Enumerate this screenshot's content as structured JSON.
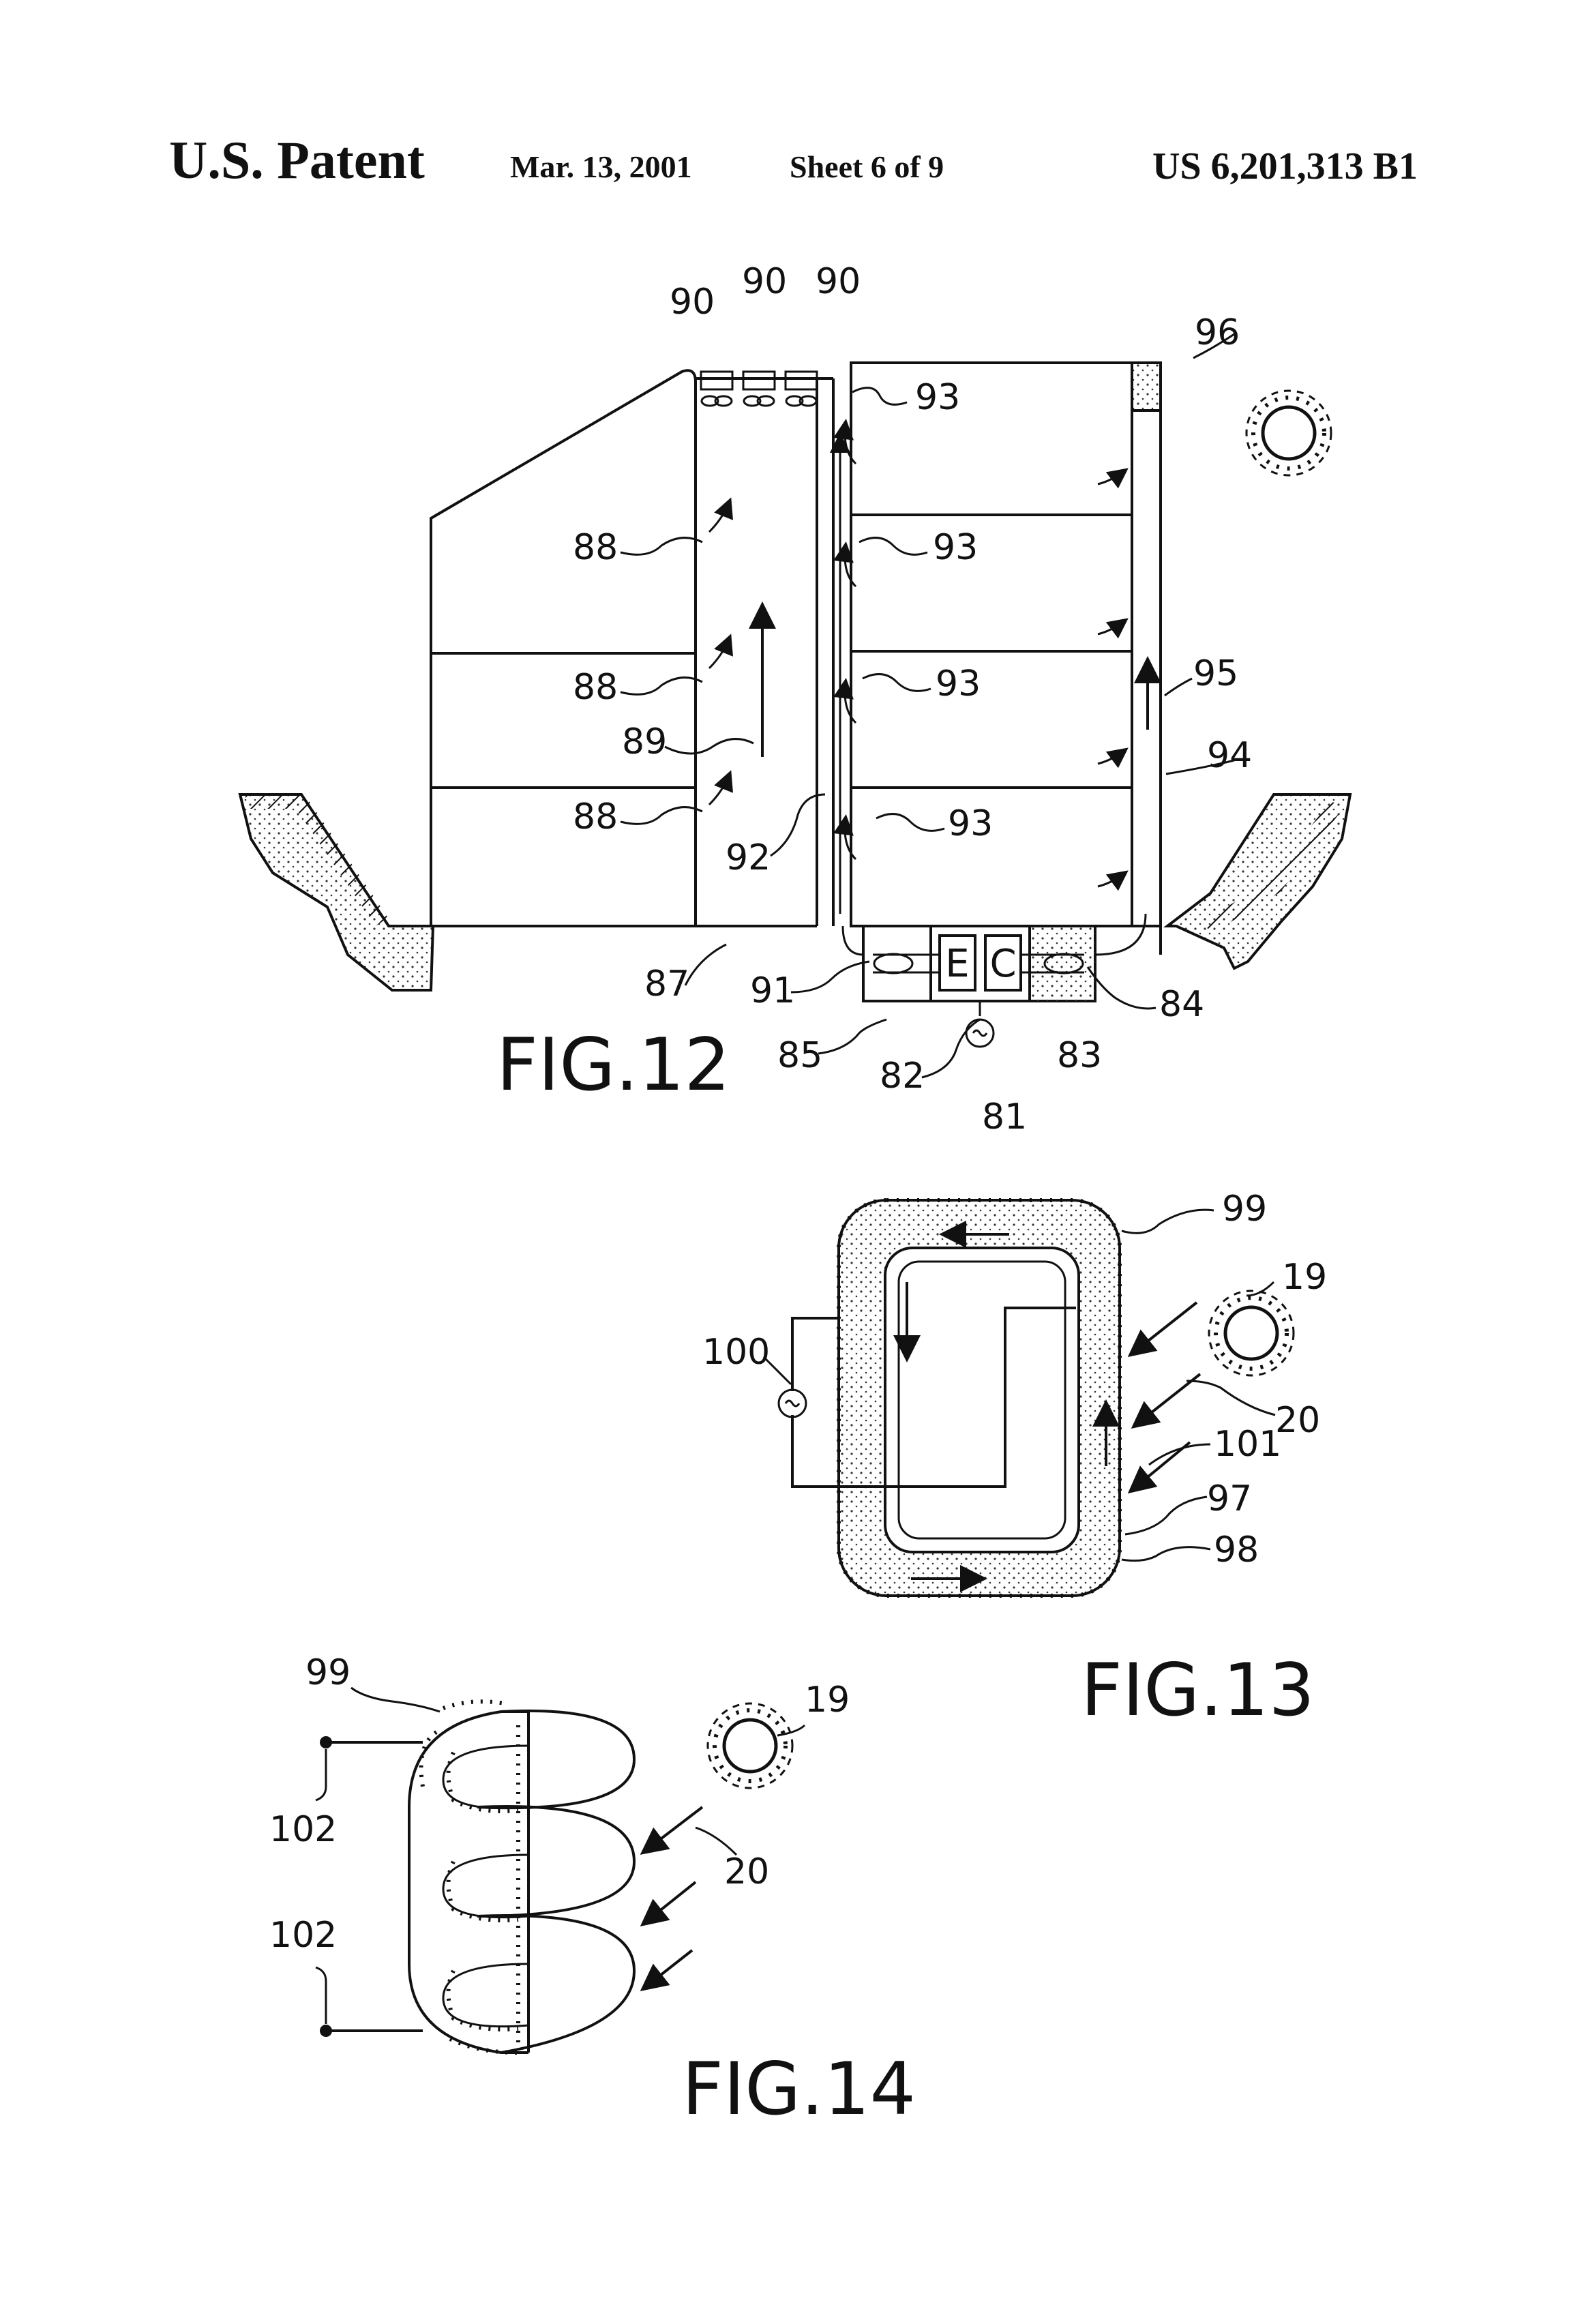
{
  "header": {
    "title": "U.S. Patent",
    "date": "Mar. 13, 2001",
    "sheet": "Sheet 6 of 9",
    "patent_number": "US 6,201,313 B1"
  },
  "figures": {
    "fig12": {
      "caption": "FIG.12",
      "labels": {
        "l90a": "90",
        "l90b": "90",
        "l90c": "90",
        "l96": "96",
        "l93a": "93",
        "l93b": "93",
        "l93c": "93",
        "l93d": "93",
        "l88a": "88",
        "l88b": "88",
        "l88c": "88",
        "l89": "89",
        "l92": "92",
        "l95": "95",
        "l94": "94",
        "l87": "87",
        "l91": "91",
        "l85": "85",
        "l82": "82",
        "l81": "81",
        "l83": "83",
        "l84": "84",
        "boxE": "E",
        "boxC": "C"
      }
    },
    "fig13": {
      "caption": "FIG.13",
      "labels": {
        "l99": "99",
        "l19": "19",
        "l100": "100",
        "l20": "20",
        "l101": "101",
        "l97": "97",
        "l98": "98"
      }
    },
    "fig14": {
      "caption": "FIG.14",
      "labels": {
        "l99": "99",
        "l19": "19",
        "l102a": "102",
        "l102b": "102",
        "l20": "20"
      }
    }
  }
}
